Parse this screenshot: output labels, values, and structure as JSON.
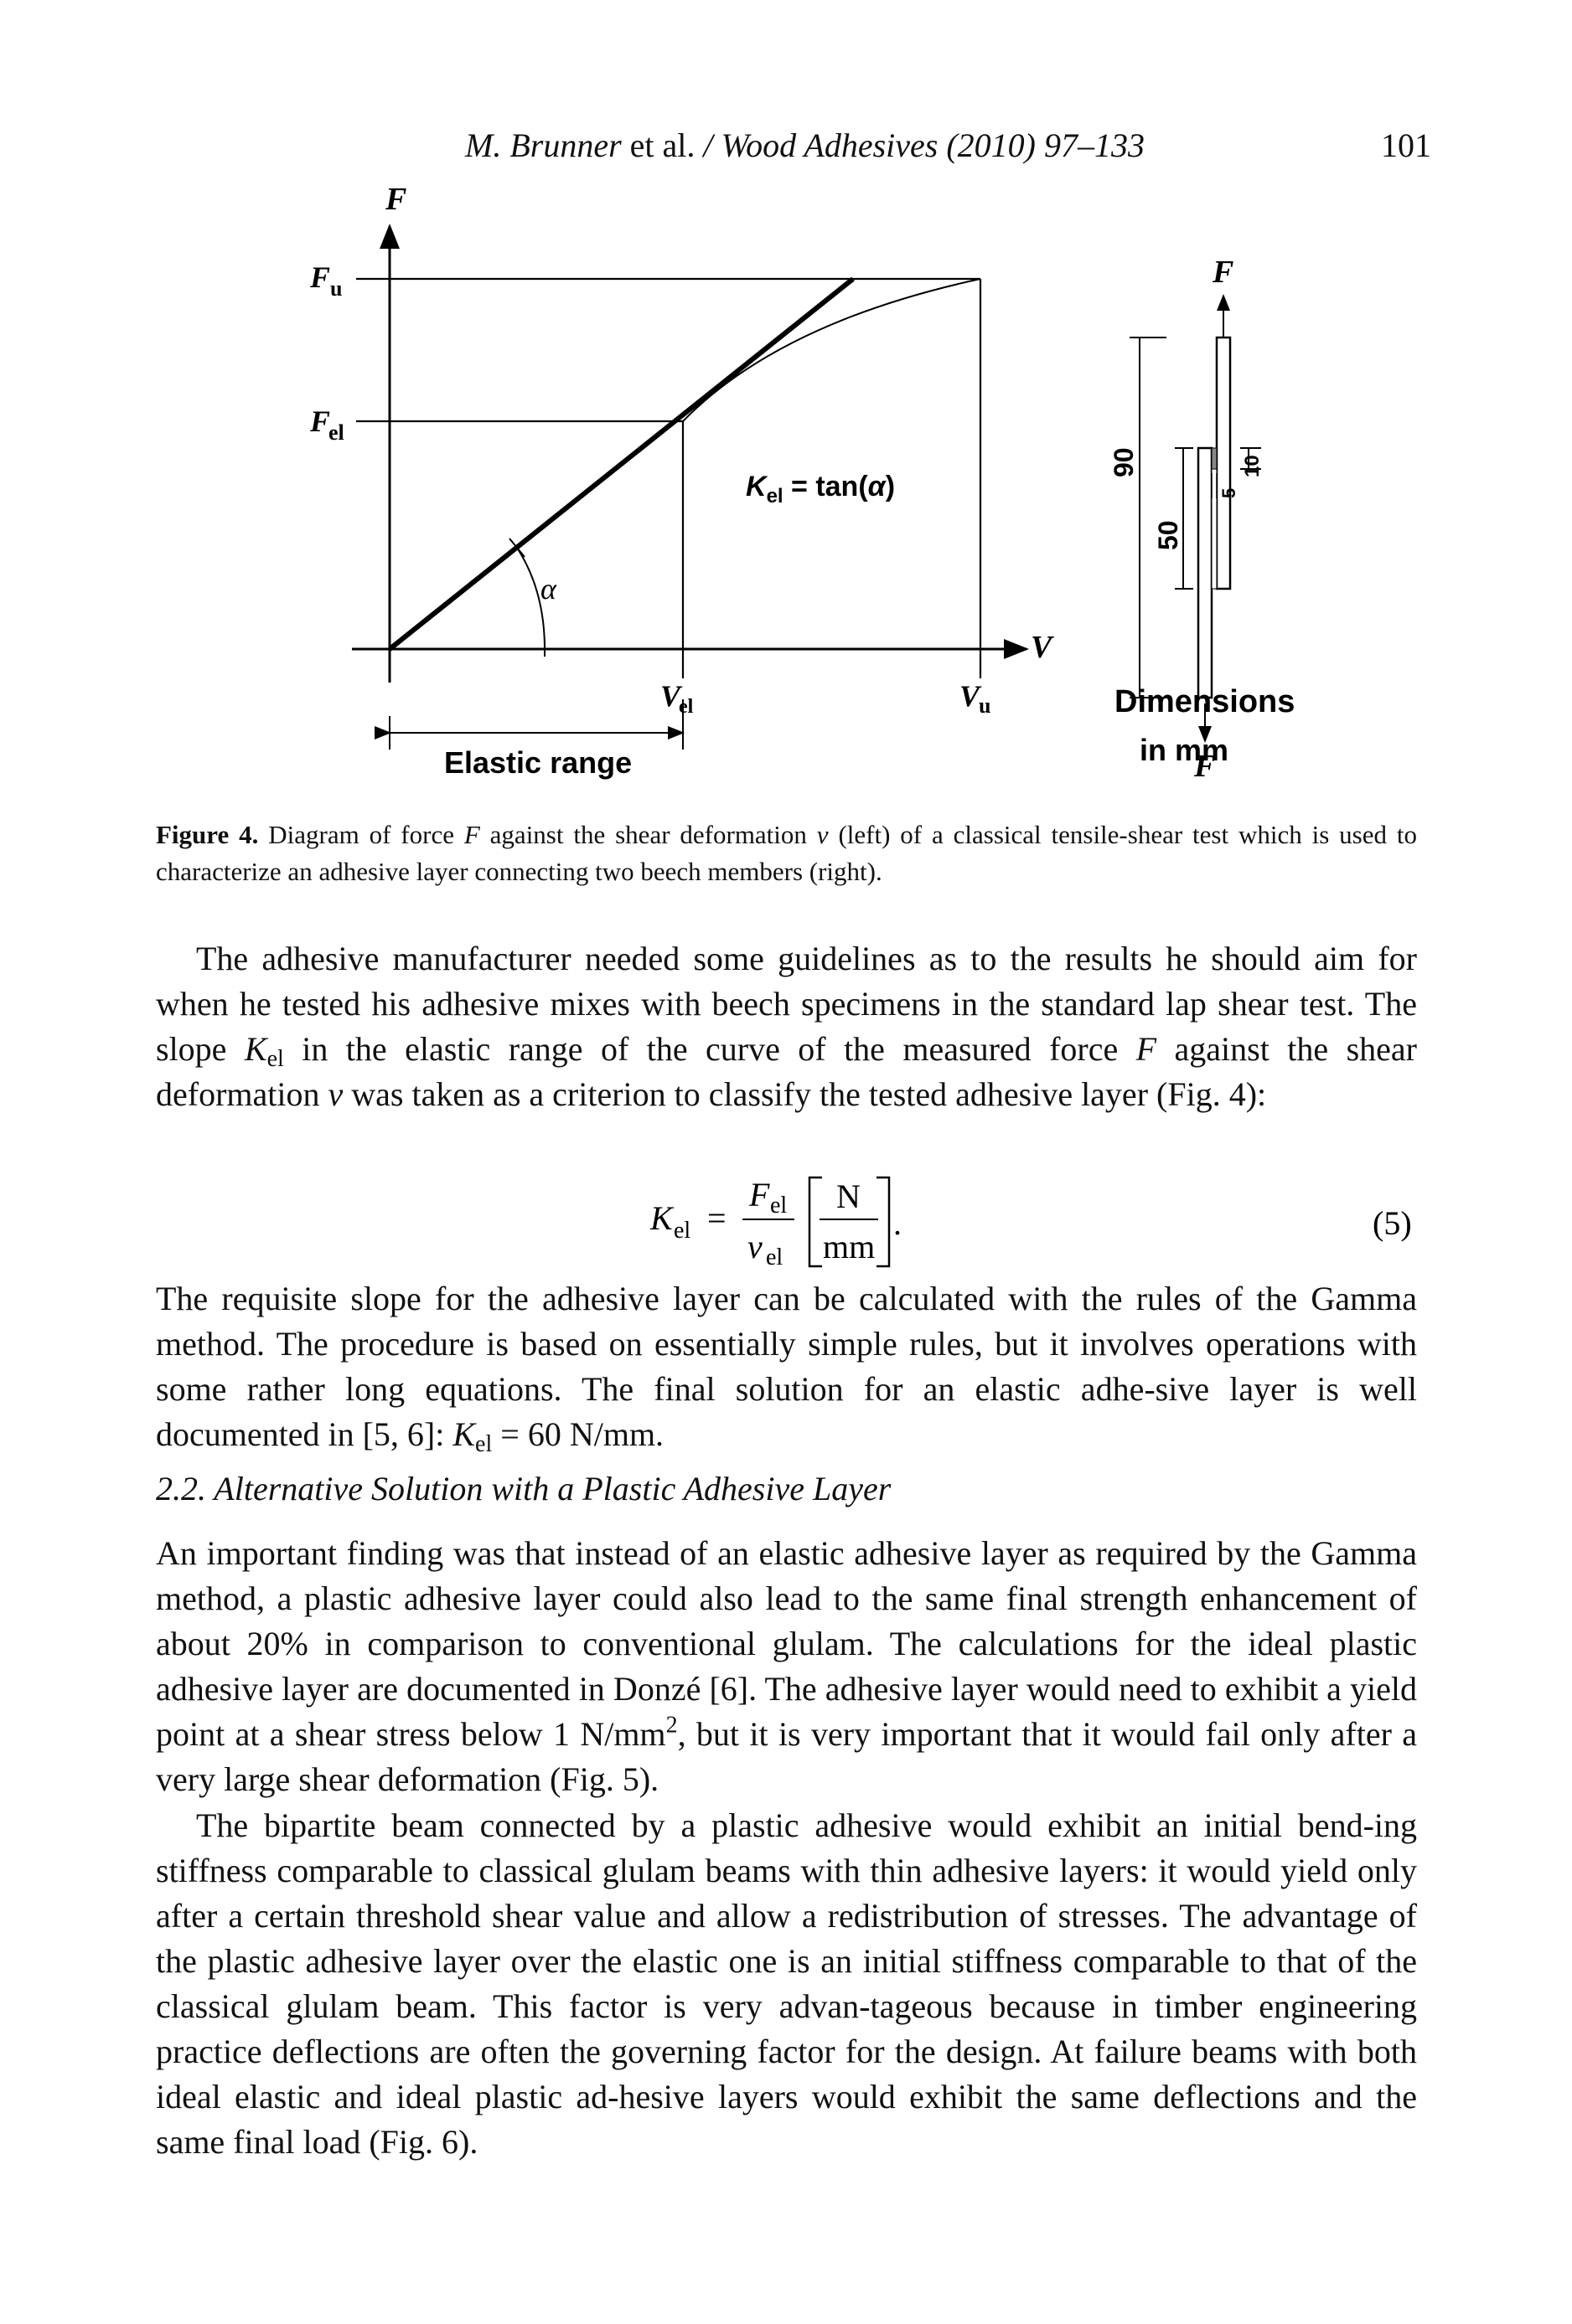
{
  "header": {
    "authors": "M. Brunner",
    "et_al": " et al.",
    "journal": " / Wood Adhesives  (2010) 97–133",
    "page_number": "101"
  },
  "figure": {
    "left_diagram": {
      "y_axis_label": "F",
      "x_axis_label": "V",
      "fu_label": "F",
      "fu_sub": "u",
      "fel_label": "F",
      "fel_sub": "el",
      "kel_label": "K",
      "kel_sub": "el",
      "kel_eq": " = tan(",
      "kel_alpha": "α",
      "kel_close": ")",
      "alpha_label": "α",
      "vel_label": "V",
      "vel_sub": "el",
      "vu_label": "V",
      "vu_sub": "u",
      "elastic_range": "Elastic range"
    },
    "right_diagram": {
      "force_top": "F",
      "force_bottom": "F",
      "dim_90": "90",
      "dim_50": "50",
      "dim_10": "10",
      "dim_5": "5",
      "dimensions_line1": "Dimensions",
      "dimensions_line2": "in mm"
    }
  },
  "caption": {
    "label": "Figure 4.",
    "text_a": " Diagram of force ",
    "var_f": "F",
    "text_b": " against the shear deformation ",
    "var_v": "v",
    "text_c": " (left) of a classical tensile-shear test which is used to characterize an adhesive layer connecting two beech members (right)."
  },
  "para1": {
    "t1": "The adhesive manufacturer needed some guidelines as to the results he should aim for when he tested his adhesive mixes with beech specimens in the standard lap shear test. The slope ",
    "k": "K",
    "k_sub": "el",
    "t2": " in the elastic range of the curve of the measured force ",
    "f": "F",
    "t3": " against the shear deformation ",
    "v": "v",
    "t4": " was taken as a criterion to classify the tested adhesive layer (Fig. 4):"
  },
  "equation": {
    "lhs": "K",
    "lhs_sub": "el",
    "equals": "=",
    "num": "F",
    "num_sub": "el",
    "den": "v",
    "den_sub": "el",
    "unit_num": "N",
    "unit_den": "mm",
    "period": ".",
    "number": "(5)"
  },
  "para2": {
    "t1": "The requisite slope for the adhesive layer can be calculated with the rules of the Gamma method. The procedure is based on essentially simple rules, but it involves operations with some rather long equations. The final solution for an elastic adhe-sive layer is well documented in [5, 6]: ",
    "k": "K",
    "k_sub": "el",
    "t2": " = 60 N/mm."
  },
  "section": {
    "heading": "2.2.  Alternative Solution with a Plastic Adhesive Layer"
  },
  "para3": {
    "t1": "An important finding was that instead of an elastic adhesive layer as required by the Gamma method, a plastic adhesive layer could also lead to the same final strength enhancement of about 20% in comparison to conventional glulam. The calculations for the ideal plastic adhesive layer are documented in Donzé [6]. The adhesive layer would need to exhibit a yield point at a shear stress below 1 N/mm",
    "sup": "2",
    "t2": ", but it is very important that it would fail only after a very large shear deformation (Fig. 5)."
  },
  "para4": {
    "text": "The bipartite beam connected by a plastic adhesive would exhibit an initial bend-ing stiffness comparable to classical glulam beams with thin adhesive layers: it would yield only after a certain threshold shear value and allow a redistribution of stresses. The advantage of the plastic adhesive layer over the elastic one is an initial stiffness comparable to that of the classical glulam beam. This factor is very advan-tageous because in timber engineering practice deflections are often the governing factor for the design. At failure beams with both ideal elastic and ideal plastic ad-hesive layers would exhibit the same deflections and the same final load (Fig. 6)."
  }
}
